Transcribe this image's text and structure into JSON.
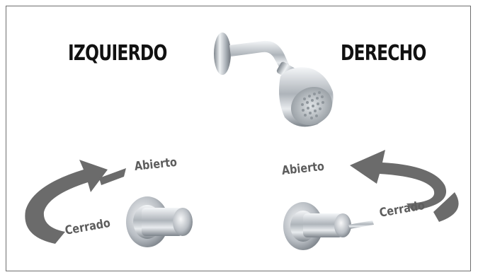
{
  "headings": {
    "left": "IZQUIERDO",
    "right": "DERECHO"
  },
  "labels": {
    "left_open": "Abierto",
    "left_closed": "Cerrado",
    "right_open": "Abierto",
    "right_closed": "Cerrado"
  },
  "colors": {
    "arrow": "#6b6b6b",
    "text_dark": "#111111",
    "label": "#5d5d5d",
    "chrome": "#c7ccd1"
  },
  "icons": [
    "shower-head-icon",
    "rotation-arrow-icon",
    "faucet-handle-icon"
  ]
}
